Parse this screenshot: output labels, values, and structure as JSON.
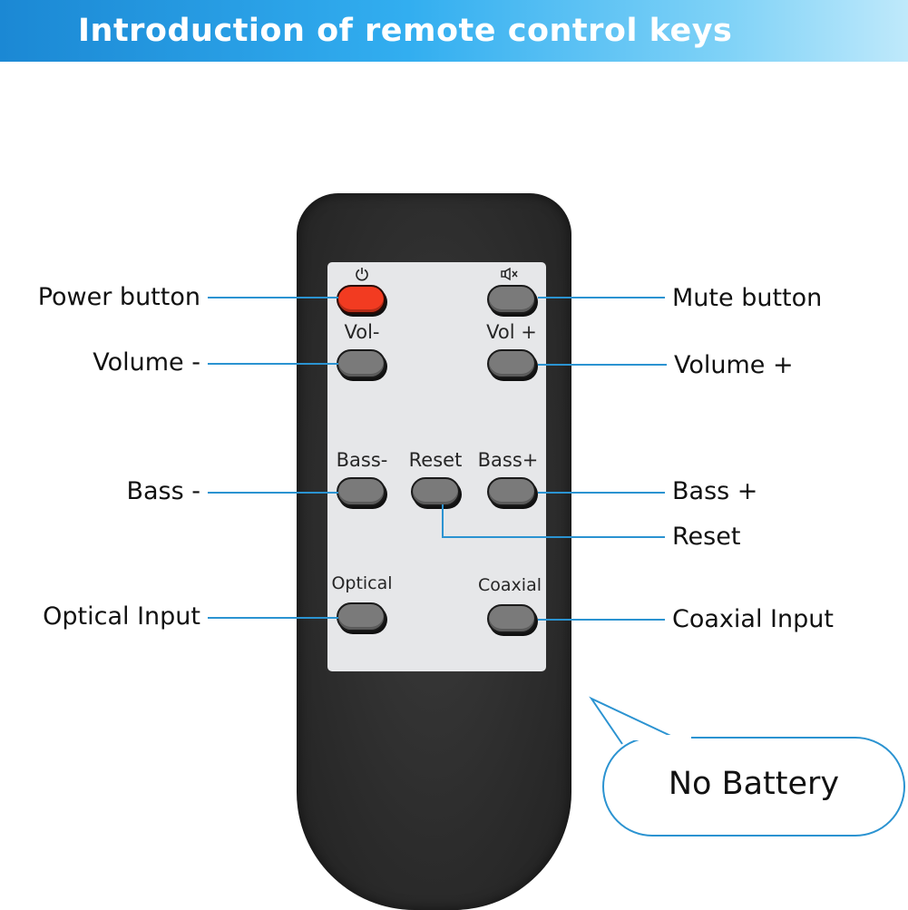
{
  "header": {
    "title": "Introduction of remote control keys"
  },
  "remote": {
    "keys": {
      "power": {
        "icon": "power-icon"
      },
      "mute": {
        "icon": "mute-icon"
      },
      "vol_minus": {
        "label": "Vol-"
      },
      "vol_plus": {
        "label": "Vol +"
      },
      "bass_minus": {
        "label": "Bass-"
      },
      "reset": {
        "label": "Reset"
      },
      "bass_plus": {
        "label": "Bass+"
      },
      "optical": {
        "label": "Optical"
      },
      "coaxial": {
        "label": "Coaxial"
      }
    }
  },
  "callouts": {
    "power": "Power button",
    "mute": "Mute button",
    "vol_minus": "Volume -",
    "vol_plus": "Volume +",
    "bass_minus": "Bass -",
    "bass_plus": "Bass +",
    "reset": "Reset",
    "optical": "Optical Input",
    "coaxial": "Coaxial Input"
  },
  "note": {
    "text": "No Battery"
  },
  "colors": {
    "accent": "#2b93d1",
    "power_key": "#f23b21",
    "key": "#7a7a7a",
    "remote_body": "#2c2c2c",
    "keypad": "#e6e7e9"
  }
}
